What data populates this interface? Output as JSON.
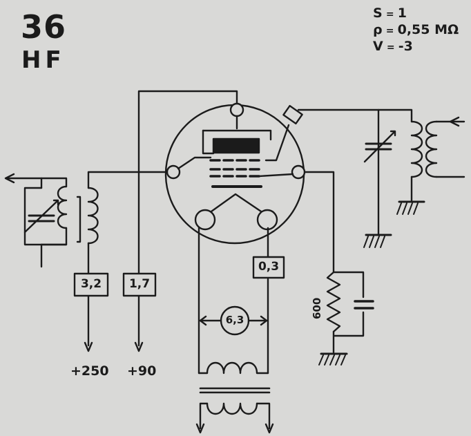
{
  "header": {
    "tube_number": "36",
    "tube_type": "HF"
  },
  "parameters": [
    {
      "symbol": "S",
      "value": "1"
    },
    {
      "symbol": "ρ",
      "value": "0,55 MΩ"
    },
    {
      "symbol": "V",
      "value": "-3"
    }
  ],
  "currents": {
    "grid2_box": "3,2",
    "screen_box": "1,7",
    "heater_box": "0,3",
    "heater_voltage": "6,3"
  },
  "supplies": {
    "anode": "+250",
    "screen": "+90"
  },
  "resistor": {
    "value": "600"
  },
  "colors": {
    "background": "#d9d9d7",
    "ink": "#1b1b1b"
  }
}
